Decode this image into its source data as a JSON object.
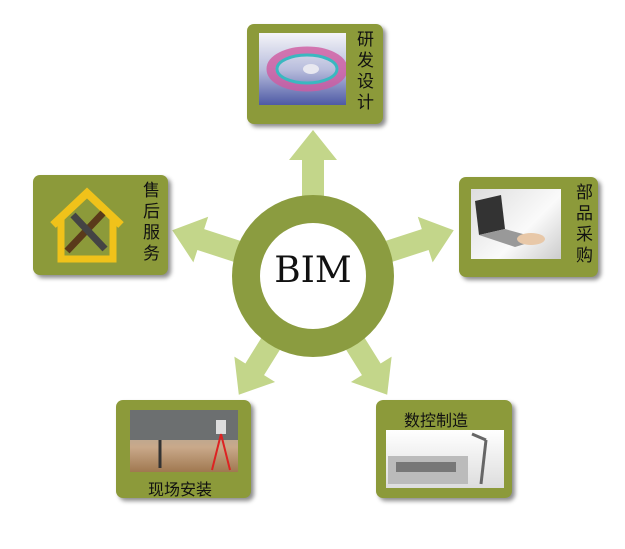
{
  "center": {
    "label": "BIM"
  },
  "nodes": [
    {
      "id": "research",
      "label": "研发设计"
    },
    {
      "id": "procurement",
      "label": "部品采购"
    },
    {
      "id": "cnc",
      "label": "数控制造"
    },
    {
      "id": "installation",
      "label": "现场安装"
    },
    {
      "id": "aftersales",
      "label": "售后服务"
    }
  ],
  "colors": {
    "box": "#8c9a3a",
    "ring": "#8b9c40",
    "arrow": "#c3d68a"
  }
}
